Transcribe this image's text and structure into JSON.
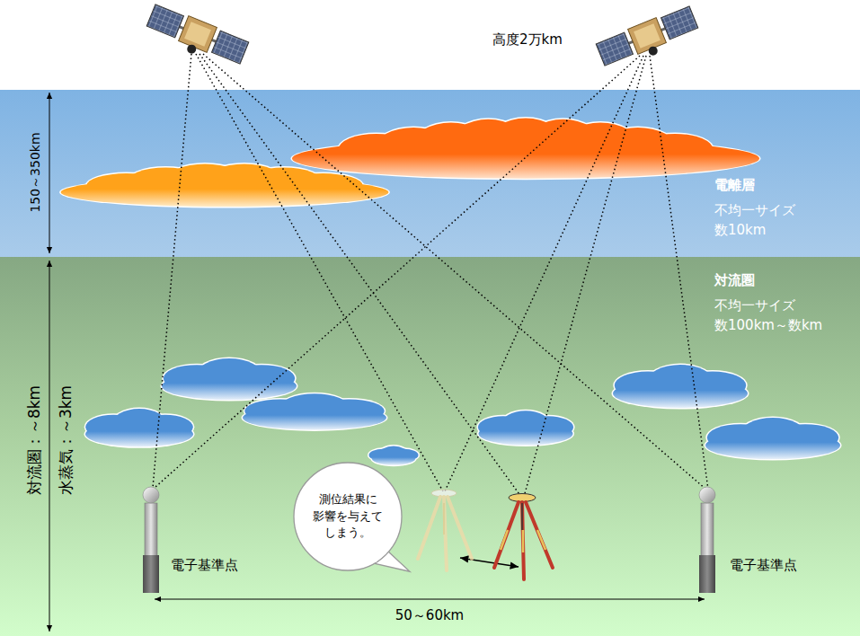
{
  "diagram": {
    "nodes": [
      {
        "text": [
          "電離層",
          "不均一サイズ 数10km"
        ]
      },
      {
        "text": [
          "対流圏",
          "不均一サイズ 数100km～数km"
        ]
      },
      {
        "text": [
          "測位結果に 影響を与えて しまう。"
        ],
        "in": 1
      }
    ],
    "labels": [
      "高度2万km",
      "150～350km",
      "対流圏：～8km",
      "水蒸気：～3km",
      "電子基準点",
      "電子基準点",
      "50～60km"
    ]
  }
}
